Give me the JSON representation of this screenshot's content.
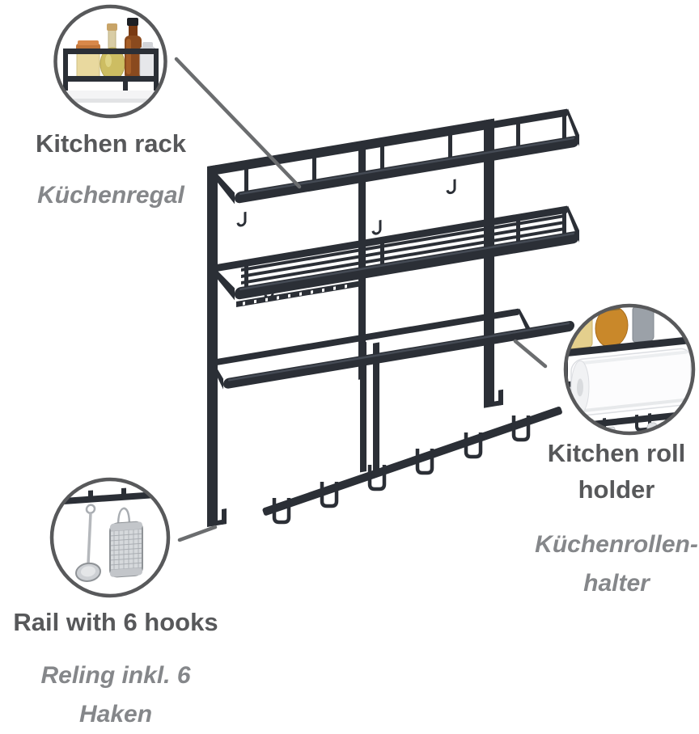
{
  "callouts": {
    "kitchen_rack": {
      "en": "Kitchen rack",
      "de": "Küchenregal"
    },
    "kitchen_roll_holder": {
      "en_line1": "Kitchen roll",
      "en_line2": "holder",
      "de_line1": "Küchenrollen-",
      "de_line2": "halter"
    },
    "rail_hooks": {
      "en": "Rail with 6 hooks",
      "de_line1": "Reling inkl. 6",
      "de_line2": "Haken"
    }
  },
  "colors": {
    "label_primary": "#57585a",
    "label_secondary": "#85878a",
    "circle_border": "#58595b",
    "leader_line": "#6b6d6f",
    "rack_metal": "#2b2f36",
    "rack_highlight": "#454b55",
    "steel": "#b7babe",
    "background": "#ffffff"
  }
}
